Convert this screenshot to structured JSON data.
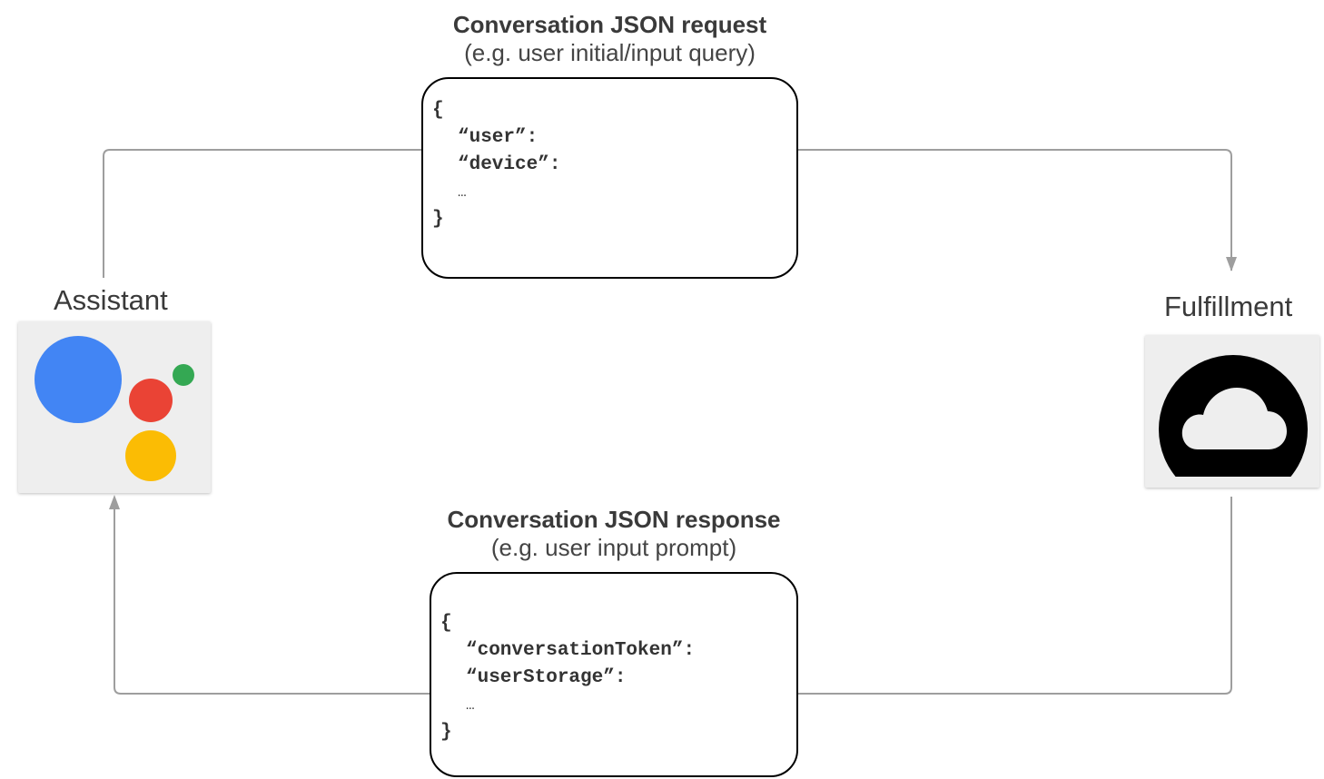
{
  "request": {
    "title": "Conversation JSON request",
    "subtitle": "(e.g. user initial/input query)",
    "code": {
      "open": "{",
      "lines": [
        "“user”:",
        "“device”:"
      ],
      "ellipsis": "…",
      "close": "}"
    }
  },
  "response": {
    "title": "Conversation JSON response",
    "subtitle": "(e.g. user input prompt)",
    "code": {
      "open": "{",
      "lines": [
        "“conversationToken”:",
        "“userStorage”:"
      ],
      "ellipsis": "…",
      "close": "}"
    }
  },
  "nodes": {
    "assistant": {
      "label": "Assistant",
      "icon": "google-assistant-icon",
      "colors": {
        "blue": "#4285f4",
        "red": "#ea4335",
        "yellow": "#fbbc04",
        "green": "#34a853",
        "tile": "#eeeeee"
      }
    },
    "fulfillment": {
      "label": "Fulfillment",
      "icon": "cloud-icon",
      "colors": {
        "ring": "#000000",
        "cloud": "#eeeeee",
        "tile": "#eeeeee"
      }
    }
  },
  "connectors": {
    "color": "#9e9e9e"
  }
}
